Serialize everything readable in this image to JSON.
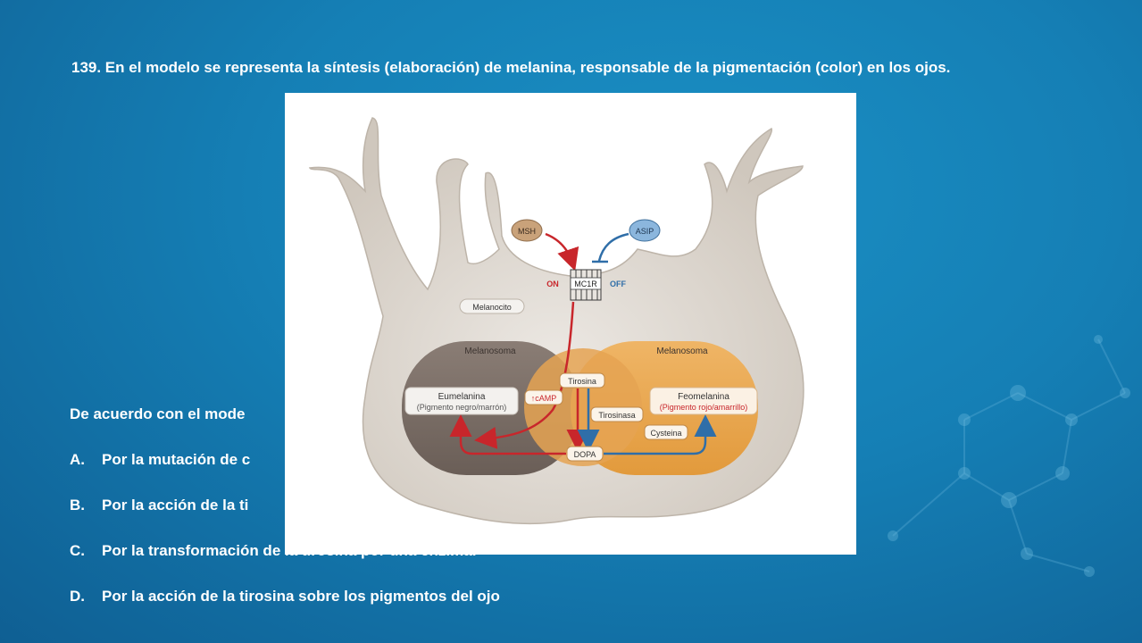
{
  "slide": {
    "question": "139. En el modelo se representa la síntesis (elaboración) de melanina, responsable de la pigmentación (color) en los ojos.",
    "prompt": "De acuerdo con el mode",
    "options": [
      {
        "letter": "A.",
        "text": "Por la mutación de c"
      },
      {
        "letter": "B.",
        "text": "Por la acción de la ti"
      },
      {
        "letter": "C.",
        "text": "Por la transformación de la tirosina por una enzima."
      },
      {
        "letter": "D.",
        "text": "Por la acción de la tirosina sobre los pigmentos del ojo"
      }
    ]
  },
  "diagram": {
    "msh": "MSH",
    "asip": "ASIP",
    "receptor": "MC1R",
    "on": "ON",
    "off": "OFF",
    "cell": "Melanocito",
    "melanosome_left": "Melanosoma",
    "melanosome_right": "Melanosoma",
    "tyrosine": "Tirosina",
    "camp": "↑cAMP",
    "tyrosinase": "Tirosinasa",
    "dopa": "DOPA",
    "cysteine": "Cysteina",
    "eumelanin": "Eumelanina",
    "eumelanin_sub": "(Pigmento negro/marrón)",
    "pheomelanin": "Feomelanina",
    "pheomelanin_sub": "(Pigmento rojo/amarrillo)",
    "colors": {
      "activate": "#c8262b",
      "inhibit": "#2f6ea8",
      "cell": "#d9d3cb",
      "eumelanosome": "#7b6e66",
      "pheomelanosome": "#e7a24a"
    }
  }
}
